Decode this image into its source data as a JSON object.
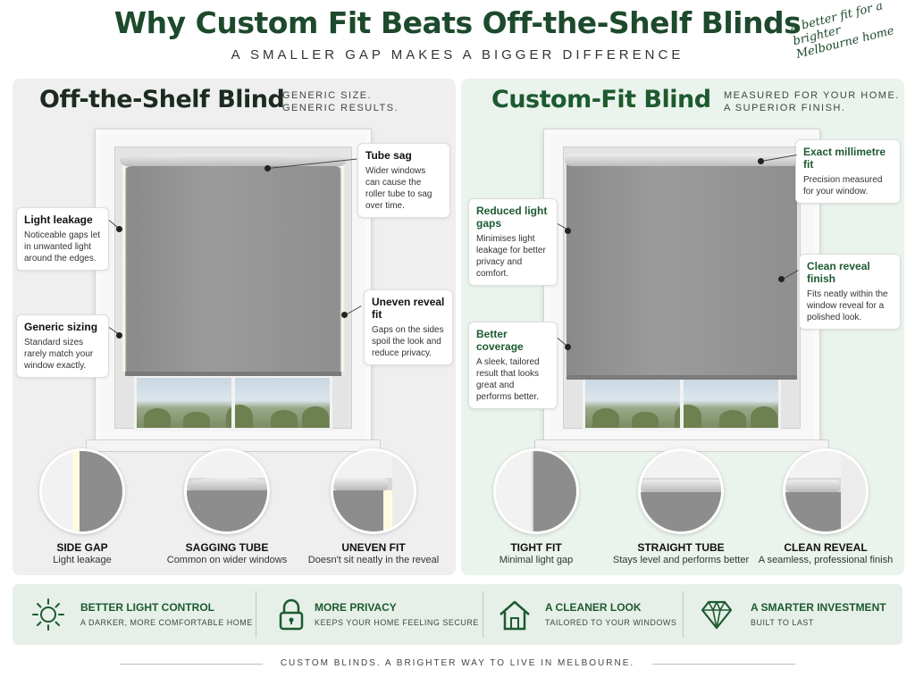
{
  "header": {
    "title": "Why Custom Fit Beats Off-the-Shelf Blinds",
    "subtitle": "A SMALLER GAP MAKES A BIGGER DIFFERENCE",
    "tagline": "A better fit for a brighter Melbourne home"
  },
  "left_panel": {
    "title": "Off-the-Shelf Blind",
    "subtitle_line1": "GENERIC SIZE.",
    "subtitle_line2": "GENERIC RESULTS.",
    "callouts": [
      {
        "title": "Tube sag",
        "text": "Wider windows can cause the roller tube to sag over time."
      },
      {
        "title": "Light leakage",
        "text": "Noticeable gaps let in unwanted light around the edges."
      },
      {
        "title": "Uneven reveal fit",
        "text": "Gaps on the sides spoil the look and reduce privacy."
      },
      {
        "title": "Generic sizing",
        "text": "Standard sizes rarely match your window exactly."
      }
    ],
    "details": [
      {
        "label": "SIDE GAP",
        "sub": "Light leakage"
      },
      {
        "label": "SAGGING TUBE",
        "sub": "Common on wider windows"
      },
      {
        "label": "UNEVEN FIT",
        "sub": "Doesn't sit neatly in the reveal"
      }
    ]
  },
  "right_panel": {
    "title": "Custom-Fit Blind",
    "subtitle_line1": "MEASURED FOR YOUR HOME.",
    "subtitle_line2": "A SUPERIOR FINISH.",
    "callouts": [
      {
        "title": "Exact millimetre fit",
        "text": "Precision measured for your window."
      },
      {
        "title": "Reduced light gaps",
        "text": "Minimises light leakage for better privacy and comfort."
      },
      {
        "title": "Clean reveal finish",
        "text": "Fits neatly within the window reveal for a polished look."
      },
      {
        "title": "Better coverage",
        "text": "A sleek, tailored result that looks great and performs better."
      }
    ],
    "details": [
      {
        "label": "TIGHT FIT",
        "sub": "Minimal light gap"
      },
      {
        "label": "STRAIGHT TUBE",
        "sub": "Stays level and performs better"
      },
      {
        "label": "CLEAN REVEAL",
        "sub": "A seamless, professional finish"
      }
    ]
  },
  "benefits": [
    {
      "icon": "sun-icon",
      "title": "BETTER LIGHT CONTROL",
      "sub": "A DARKER, MORE COMFORTABLE HOME"
    },
    {
      "icon": "lock-icon",
      "title": "MORE PRIVACY",
      "sub": "KEEPS YOUR HOME FEELING SECURE"
    },
    {
      "icon": "house-icon",
      "title": "A CLEANER LOOK",
      "sub": "TAILORED TO YOUR WINDOWS"
    },
    {
      "icon": "diamond-icon",
      "title": "A SMARTER INVESTMENT",
      "sub": "BUILT TO LAST"
    }
  ],
  "footer": {
    "text": "CUSTOM BLINDS. A BRIGHTER WAY TO LIVE IN MELBOURNE."
  },
  "colors": {
    "brand_green": "#1d4a2c",
    "accent_green": "#1d5a30",
    "left_bg": "#efefef",
    "right_bg": "#eaf3ec",
    "fabric": "#8f8f8f"
  }
}
